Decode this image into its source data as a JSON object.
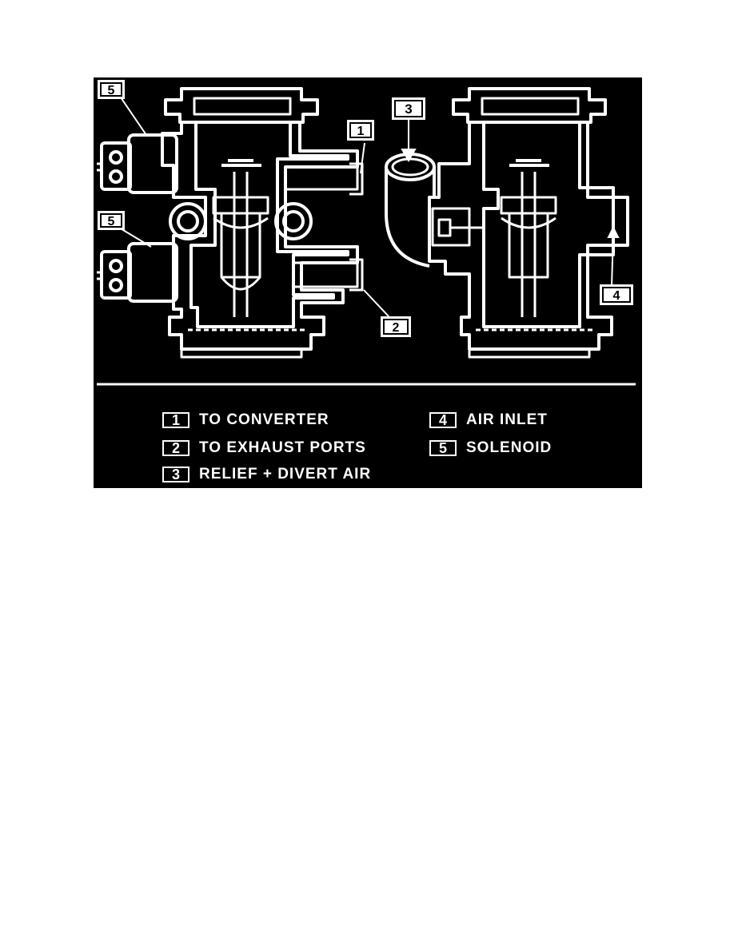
{
  "callouts": [
    {
      "number": "1"
    },
    {
      "number": "2"
    },
    {
      "number": "3"
    },
    {
      "number": "4"
    },
    {
      "number": "5"
    },
    {
      "number": "5"
    }
  ],
  "legend": [
    {
      "number": "1",
      "label": "TO CONVERTER"
    },
    {
      "number": "2",
      "label": "TO EXHAUST PORTS"
    },
    {
      "number": "3",
      "label": "RELIEF + DIVERT AIR"
    },
    {
      "number": "4",
      "label": "AIR INLET"
    },
    {
      "number": "5",
      "label": "SOLENOID"
    }
  ],
  "colors": {
    "background": "#000000",
    "line_art": "#ffffff",
    "page": "#ffffff"
  }
}
